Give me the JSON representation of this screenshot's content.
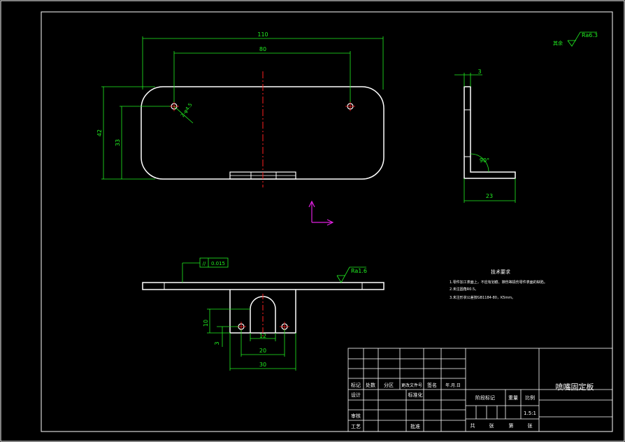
{
  "colors": {
    "background": "#000000",
    "outline": "#ffffff",
    "dimension": "#21f021",
    "centerline": "#ff2020",
    "axis": "#e020e0"
  },
  "dimensions": {
    "overall_length": "110",
    "hole_spacing": "80",
    "overall_height": "42",
    "hole_height": "33",
    "hole_note": "2-φ4.5",
    "thickness": "3",
    "bend_angle": "90°",
    "flange_length": "23",
    "slot_height": "10",
    "slot_offset": "3",
    "slot_width": "12",
    "hole_pitch": "20",
    "tab_width": "30"
  },
  "annotations": {
    "parallelism_symbol": "//",
    "parallelism_tolerance": "0.015",
    "roughness_main": "Ra1.6",
    "roughness_rest_label": "其余",
    "roughness_rest": "Ra6.3"
  },
  "tech_req": {
    "title": "技术要求",
    "lines": [
      "1.零件加工表面上，不应有划痕、擦伤等损伤零件表面的缺陷。",
      "2.未注圆角R0.5。",
      "3.未注形状公差按GB1184-80，K5mm。"
    ]
  },
  "title_block": {
    "part_name": "喷嘴固定板",
    "scale": "1.5:1",
    "labels": {
      "mark": "标记",
      "count": "处数",
      "zone": "分区",
      "change_doc": "更改文件号",
      "signature": "签名",
      "date": "年.月.日",
      "design": "设计",
      "standardize": "标准化",
      "review": "审核",
      "process": "工艺",
      "approve": "批准",
      "stage_mark": "阶段标记",
      "weight": "重量",
      "scale": "比例",
      "sheets_total": "共",
      "sheets_total_unit": "张",
      "sheet_no": "第",
      "sheet_no_unit": "张"
    }
  }
}
